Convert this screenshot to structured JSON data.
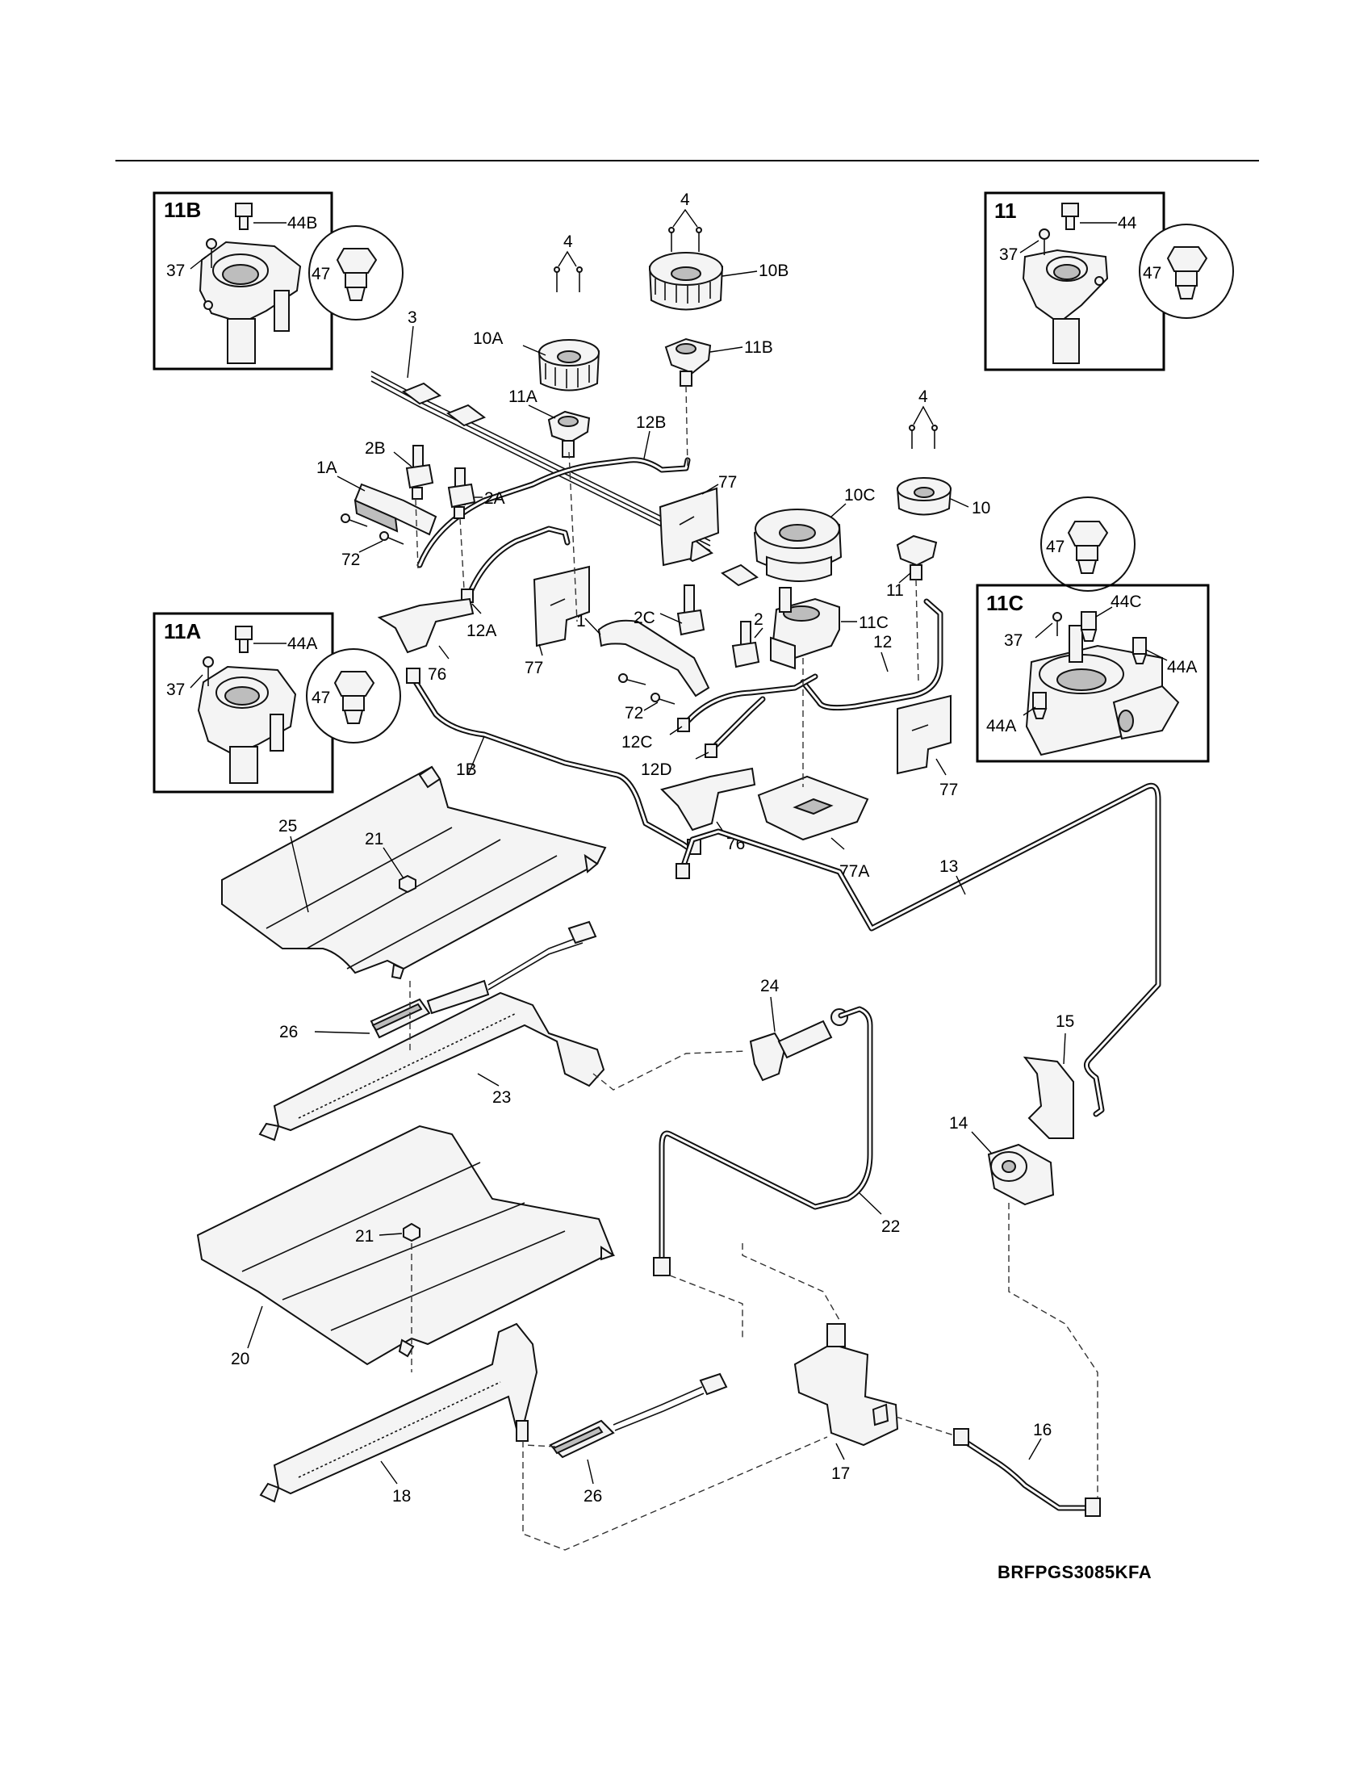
{
  "diagram_code": "BRFPGS3085KFA",
  "insets": {
    "11B": {
      "title": "11B",
      "labels": [
        "44B",
        "37",
        "47"
      ]
    },
    "11": {
      "title": "11",
      "labels": [
        "44",
        "37",
        "47"
      ]
    },
    "11A": {
      "title": "11A",
      "labels": [
        "44A",
        "37",
        "47"
      ]
    },
    "11C": {
      "title": "11C",
      "labels": [
        "47",
        "44C",
        "37",
        "44A",
        "44A"
      ]
    }
  },
  "labels": {
    "l4a": "4",
    "l4b": "4",
    "l4c": "4",
    "l10B": "10B",
    "l10A": "10A",
    "l11Bm": "11B",
    "l3": "3",
    "l11Am": "11A",
    "l12B": "12B",
    "l2B": "2B",
    "l1A": "1A",
    "l2A": "2A",
    "l77a": "77",
    "l10C": "10C",
    "l10": "10",
    "l72a": "72",
    "l11m": "11",
    "l12A": "12A",
    "l76a": "76",
    "l77b": "77",
    "l1": "1",
    "l2C": "2C",
    "l2": "2",
    "l11Cm": "11C",
    "l12": "12",
    "l72b": "72",
    "l12C": "12C",
    "l12D": "12D",
    "l77c": "77",
    "l1B": "1B",
    "l76b": "76",
    "l77A": "77A",
    "l13": "13",
    "l21a": "21",
    "l25": "25",
    "l24": "24",
    "l26a": "26",
    "l23": "23",
    "l15": "15",
    "l14": "14",
    "l22": "22",
    "l21b": "21",
    "l20": "20",
    "l16": "16",
    "l17": "17",
    "l18": "18",
    "l26b": "26"
  }
}
